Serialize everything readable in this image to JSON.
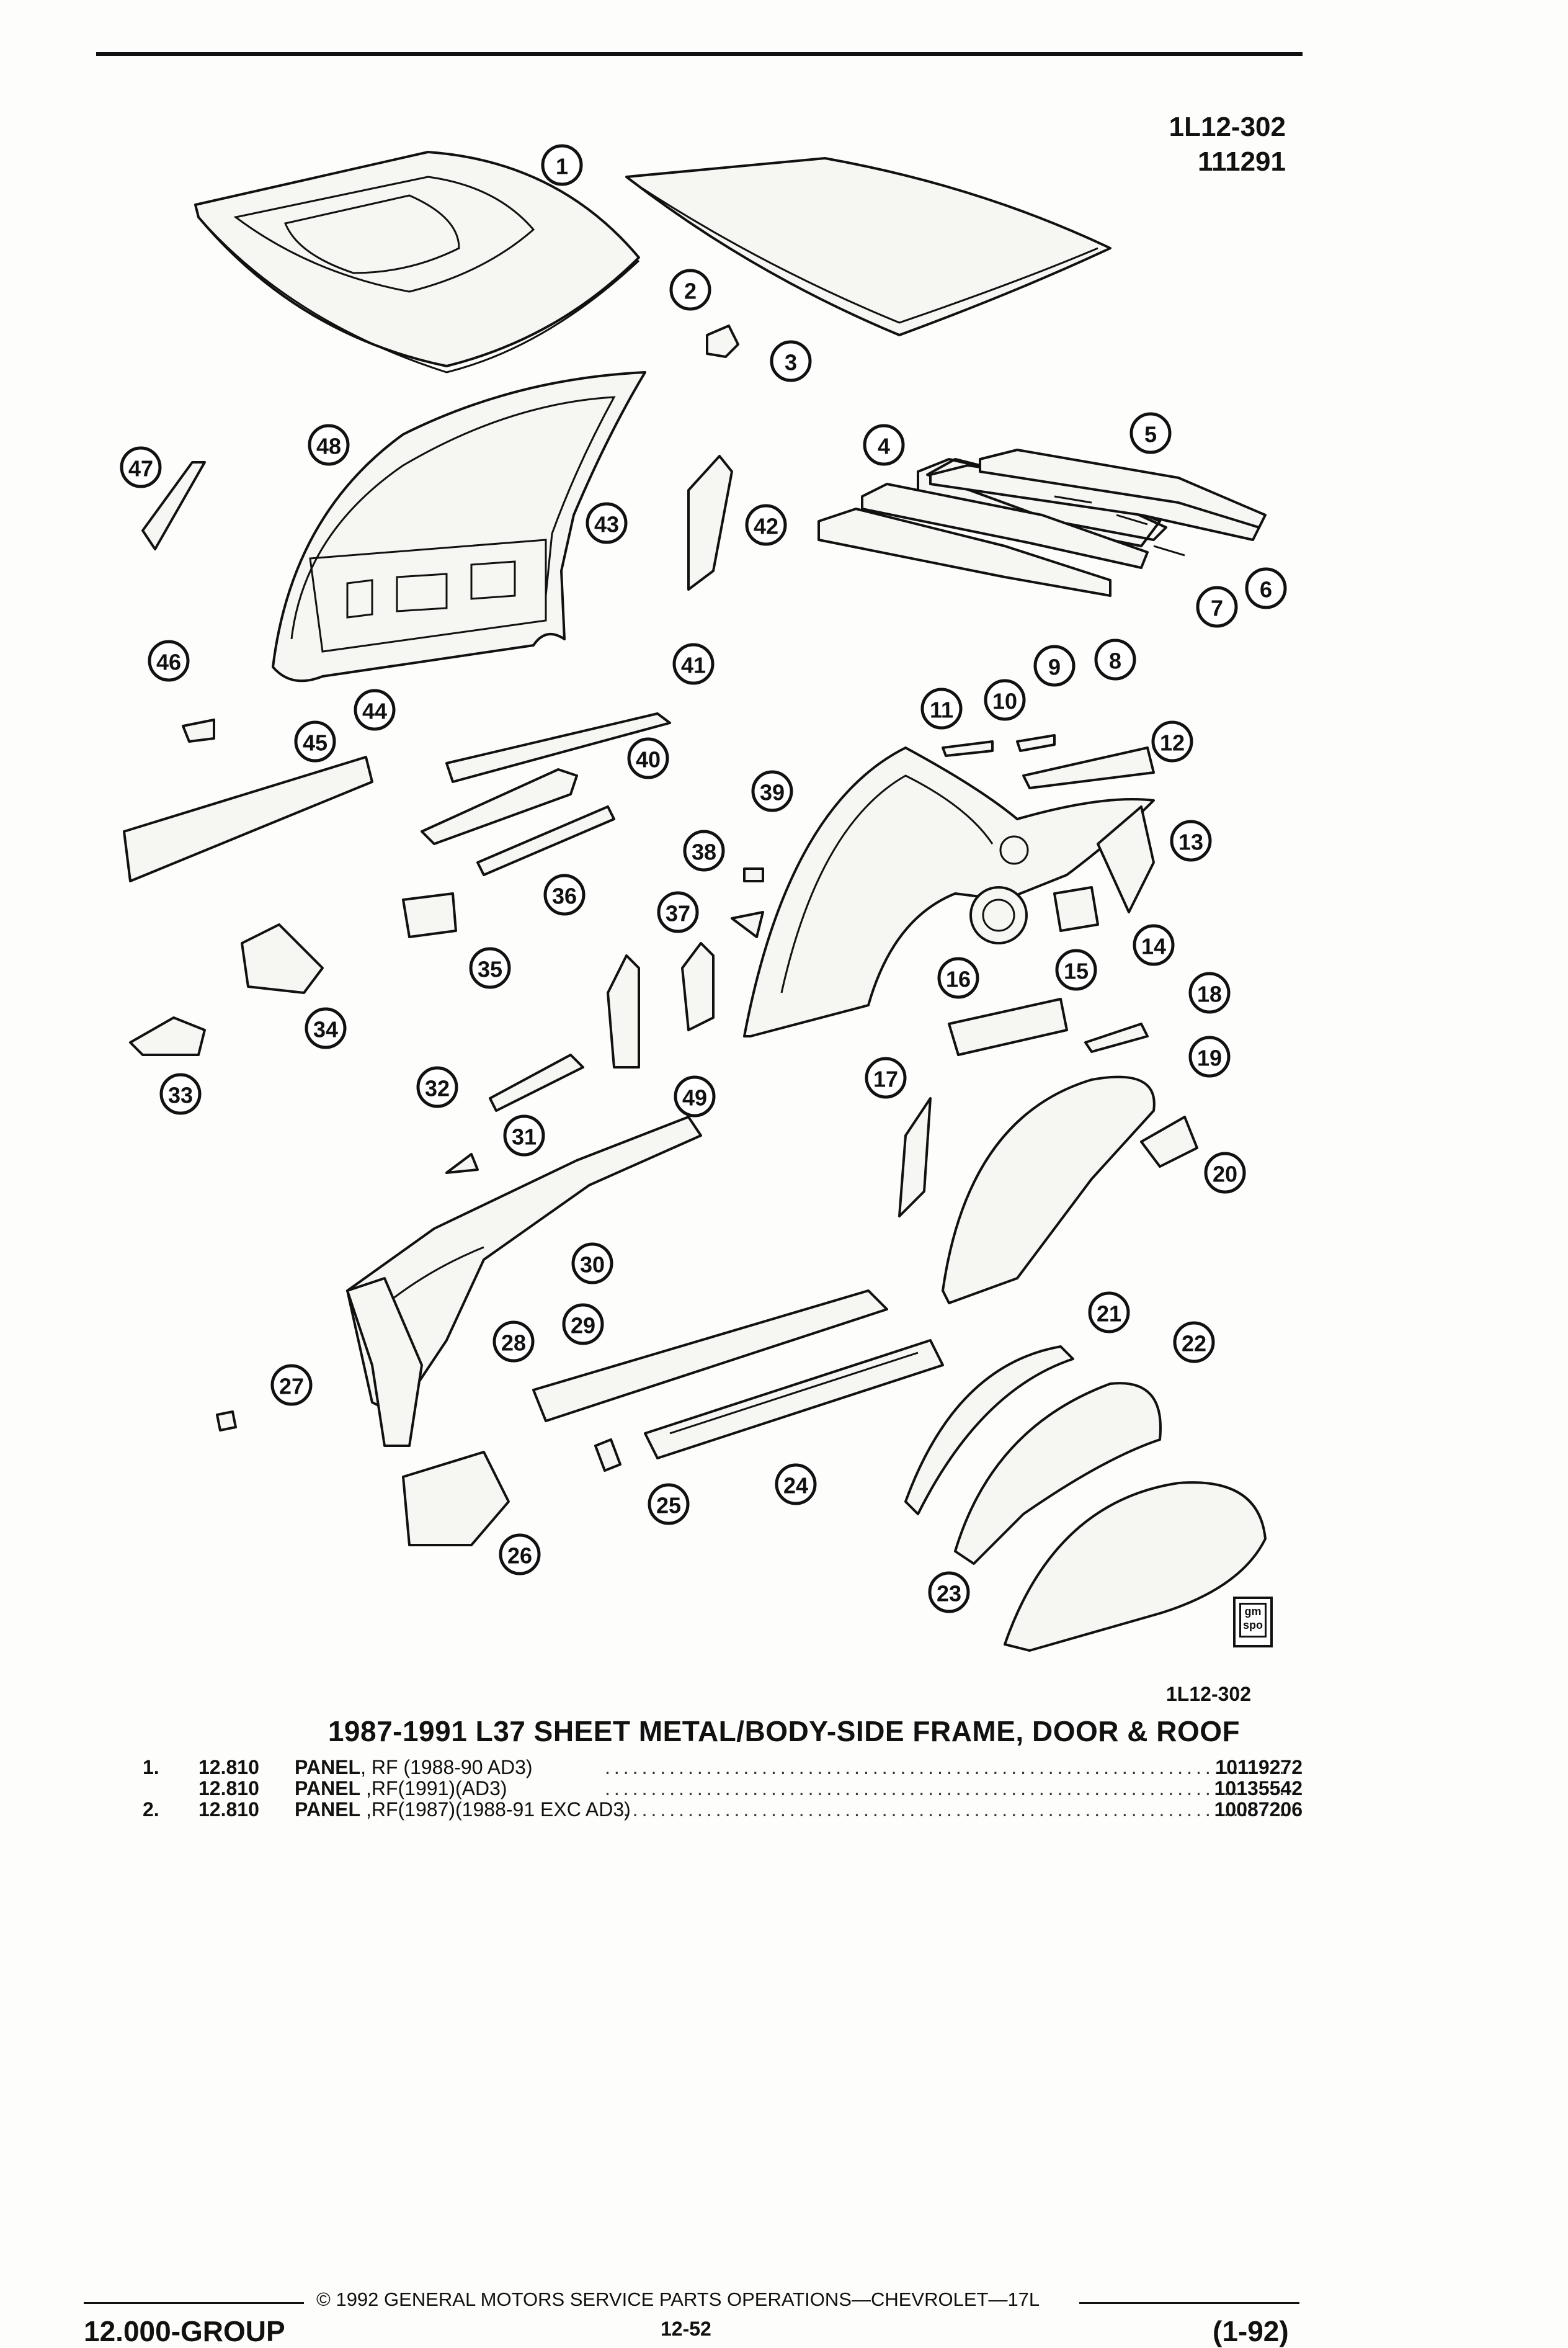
{
  "header": {
    "doc_code": "1L12-302",
    "doc_number": "111291"
  },
  "diagram": {
    "callouts": [
      "1",
      "2",
      "3",
      "4",
      "5",
      "6",
      "7",
      "8",
      "9",
      "10",
      "11",
      "12",
      "13",
      "14",
      "15",
      "16",
      "17",
      "18",
      "19",
      "20",
      "21",
      "22",
      "23",
      "24",
      "25",
      "26",
      "27",
      "28",
      "29",
      "30",
      "31",
      "32",
      "33",
      "34",
      "35",
      "36",
      "37",
      "38",
      "39",
      "40",
      "41",
      "42",
      "43",
      "44",
      "45",
      "46",
      "47",
      "48",
      "49"
    ],
    "code_below": "1L12-302",
    "logo_text": "gm spo"
  },
  "title": "1987-1991 L37 SHEET METAL/BODY-SIDE FRAME, DOOR & ROOF",
  "parts": [
    {
      "num": "1.",
      "group": "12.810",
      "name": "PANEL",
      "spec": ", RF (1988-90 AD3)",
      "part_no": "10119272"
    },
    {
      "num": "",
      "group": "12.810",
      "name": "PANEL",
      "spec": " ,RF(1991)(AD3)",
      "part_no": "10135542"
    },
    {
      "num": "2.",
      "group": "12.810",
      "name": "PANEL",
      "spec": " ,RF(1987)(1988-91 EXC AD3)",
      "part_no": "10087206"
    }
  ],
  "footer": {
    "copyright": "© 1992 GENERAL MOTORS SERVICE PARTS OPERATIONS—CHEVROLET—17L",
    "group": "12.000-GROUP",
    "page": "12-52",
    "revision": "(1-92)"
  }
}
